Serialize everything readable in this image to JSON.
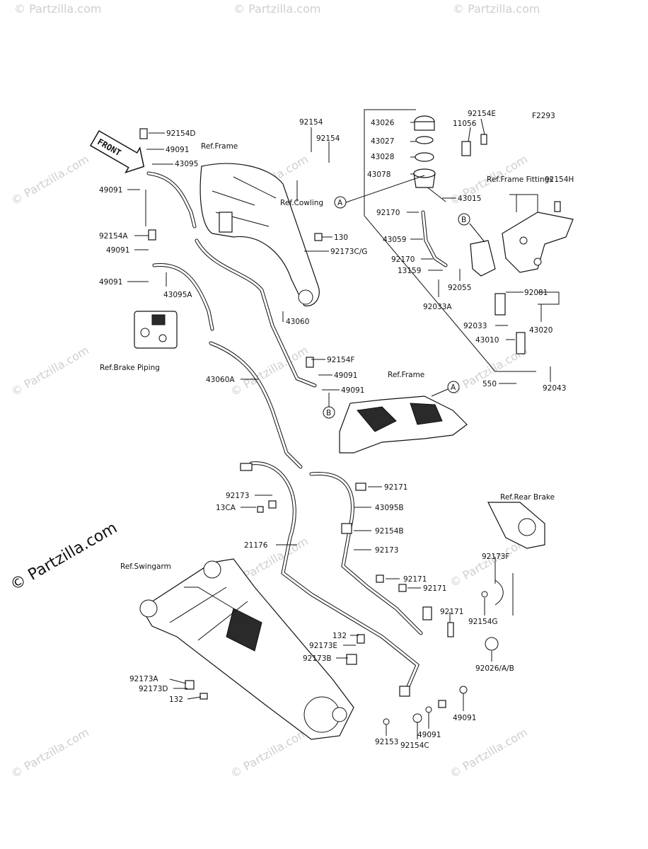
{
  "figure_code": "F2293",
  "front_label": "FRONT",
  "watermark": "© Partzilla.com",
  "part_labels": [
    "92154D",
    "49091",
    "43095",
    "49091",
    "92154A",
    "49091",
    "49091",
    "43095A",
    "92154",
    "92154",
    "43026",
    "43027",
    "43028",
    "43078",
    "92154E",
    "11056",
    "43015",
    "92154H",
    "130",
    "92173C/G",
    "92170",
    "43059",
    "92170",
    "13159",
    "92055",
    "92033A",
    "92081",
    "92033",
    "43010",
    "43020",
    "43060",
    "92154F",
    "49091",
    "49091",
    "43060A",
    "550",
    "92043",
    "92171",
    "92173",
    "13CA",
    "43095B",
    "92154B",
    "92173",
    "21176",
    "92171",
    "92171",
    "92171",
    "92173F",
    "92154G",
    "132",
    "92173E",
    "92173B",
    "92173A",
    "92173D",
    "132",
    "92153",
    "92154C",
    "49091",
    "49091",
    "92026/A/B"
  ],
  "ref_labels": [
    "Ref.Frame",
    "Ref.Cowling",
    "Ref.Brake Piping",
    "Ref.Frame",
    "Ref.Frame Fittings",
    "Ref.Rear Brake",
    "Ref.Swingarm"
  ],
  "callouts": [
    "A",
    "B",
    "A",
    "B"
  ]
}
